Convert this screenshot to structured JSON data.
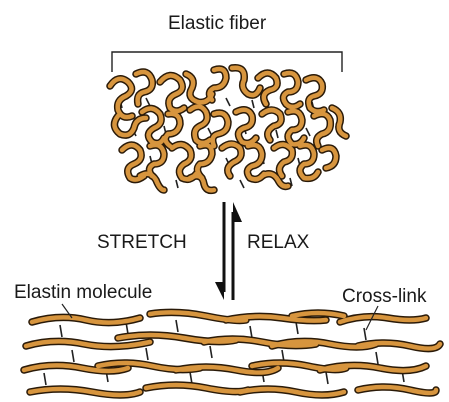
{
  "labels": {
    "elastic_fiber": "Elastic fiber",
    "stretch": "STRETCH",
    "relax": "RELAX",
    "elastin_molecule": "Elastin molecule",
    "cross_link": "Cross-link"
  },
  "colors": {
    "fiber_fill": "#d7953e",
    "fiber_outline": "#2a1a08",
    "cross_link": "#222222",
    "arrow": "#111111",
    "text": "#1a1a1a"
  }
}
